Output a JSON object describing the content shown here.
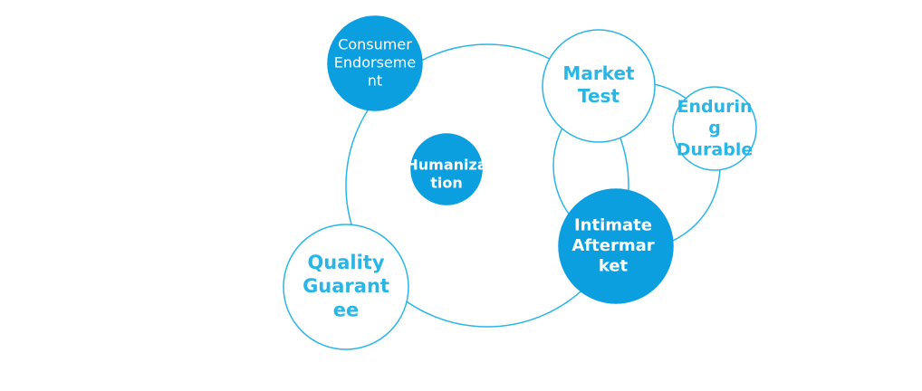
{
  "colors": {
    "outline": "#29b6e6",
    "filled": "#0b9fe0",
    "text_on_filled": "#ffffff",
    "text_on_outline": "#29b6e6",
    "background": "#ffffff"
  },
  "nodes": [
    {
      "id": "consumer-endorsement",
      "style": "filled",
      "lines": [
        "Consumer",
        "Endorseme",
        "nt"
      ]
    },
    {
      "id": "market-test",
      "style": "outline",
      "lines": [
        "Market",
        "Test"
      ]
    },
    {
      "id": "enduring-durable",
      "style": "outline",
      "lines": [
        "Endurin",
        "g",
        "Durable"
      ]
    },
    {
      "id": "humanization",
      "style": "filled",
      "lines": [
        "Humaniza",
        "tion"
      ]
    },
    {
      "id": "intimate-aftermarket",
      "style": "filled",
      "lines": [
        "Intimate",
        "Aftermar",
        "ket"
      ]
    },
    {
      "id": "quality-guarantee",
      "style": "outline",
      "lines": [
        "Quality",
        "Guarant",
        "ee"
      ]
    }
  ]
}
